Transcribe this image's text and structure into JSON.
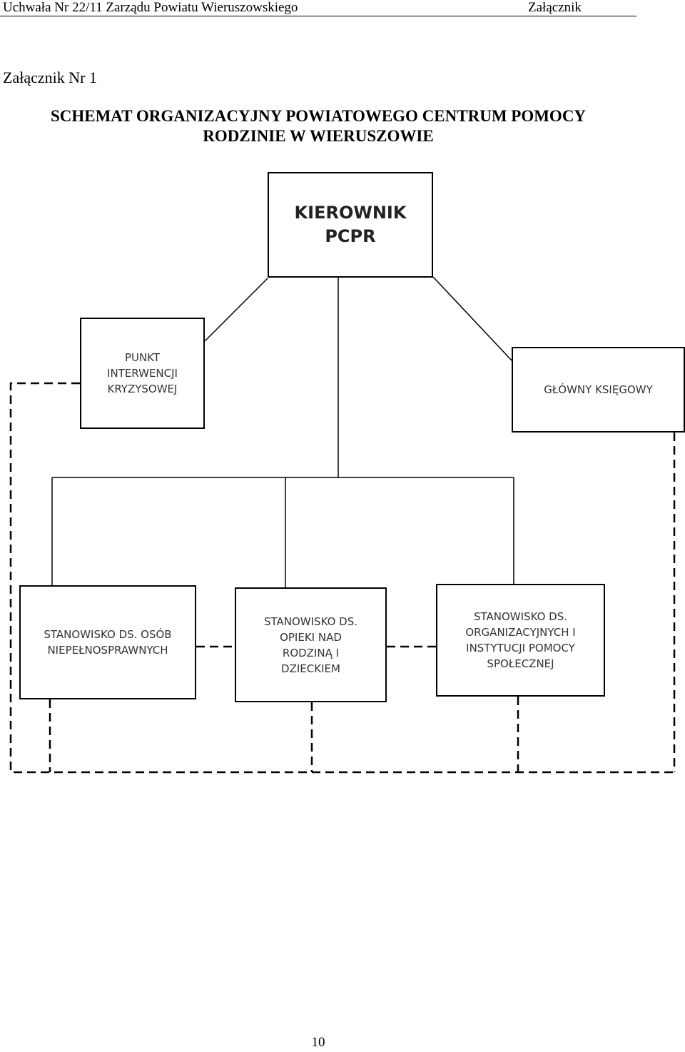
{
  "header": {
    "left_text": "Uchwała Nr 22/11 Zarządu  Powiatu Wieruszowskiego",
    "right_text": "Załącznik"
  },
  "annex_label": "Załącznik Nr 1",
  "title": {
    "line1": "SCHEMAT ORGANIZACYJNY POWIATOWEGO CENTRUM POMOCY",
    "line2": "RODZINIE W WIERUSZOWIE"
  },
  "org_chart": {
    "kierownik": [
      "KIEROWNIK",
      "PCPR"
    ],
    "punkt_interwencji": [
      "PUNKT",
      "INTERWENCJI",
      "KRYZYSOWEJ"
    ],
    "glowny_ksiegowy": [
      "GŁÓWNY KSIĘGOWY"
    ],
    "stanowisko_osob": [
      "STANOWISKO DS. OSÓB",
      "NIEPEŁNOSPRAWNYCH"
    ],
    "stanowisko_opieki": [
      "STANOWISKO DS.",
      "OPIEKI NAD",
      "RODZINĄ I",
      "DZIECKIEM"
    ],
    "stanowisko_instytucji": [
      "STANOWISKO DS.",
      "ORGANIZACYJNYCH I",
      "INSTYTUCJI POMOCY",
      "SPOŁECZNEJ"
    ]
  },
  "page_number": "10"
}
